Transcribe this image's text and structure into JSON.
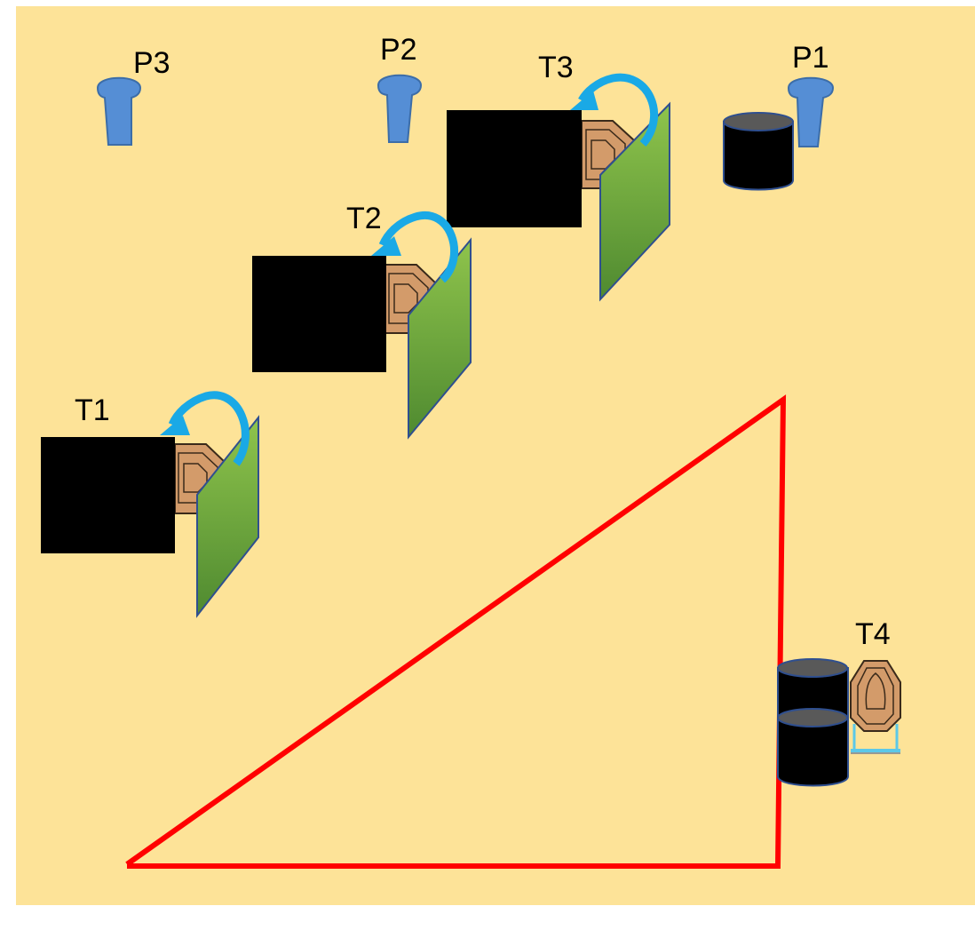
{
  "colors": {
    "background": "#fde398",
    "post": "#558ed5",
    "post_outline": "#3c6da8",
    "barrel": "#000000",
    "barrel_top": "#595959",
    "barrel_outline": "#2f4f8f",
    "target": "#d39b6a",
    "target_outline": "#3a2a1a",
    "panel_light": "#8fc44c",
    "panel_dark": "#4f8a30",
    "panel_outline": "#2f4f8f",
    "arrow": "#1aa9e6",
    "red_line": "#ff0000",
    "occluder": "#000000",
    "stand": "#5cc8e8"
  },
  "labels": {
    "p1": "P1",
    "p2": "P2",
    "p3": "P3",
    "t1": "T1",
    "t2": "T2",
    "t3": "T3",
    "t4": "T4"
  },
  "icons": {
    "shooting_position": "post-marker-icon",
    "barrel": "barrel-icon",
    "target": "octagon-target-icon",
    "swinger": "swinging-panel-icon",
    "motion": "curved-arrow-icon"
  }
}
